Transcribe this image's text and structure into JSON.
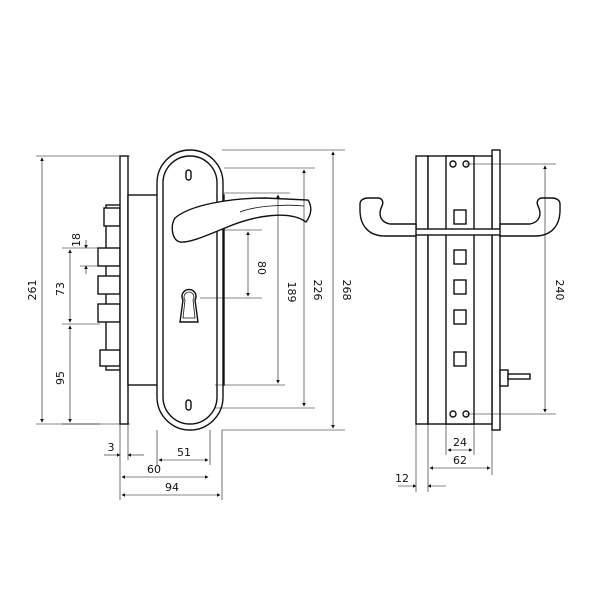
{
  "front_view": {
    "dimensions": {
      "overall_height": "261",
      "bolt_spacing": "73",
      "bolt_width": "18",
      "bottom_offset": "95",
      "handle_to_cylinder": "80",
      "cylinder_to_bottom": "189",
      "plate_mount": "226",
      "plate_height": "268",
      "edge_offset": "3",
      "backset": "60",
      "handle_offset": "51",
      "overall_width": "94"
    }
  },
  "side_view": {
    "dimensions": {
      "screw_spacing": "240",
      "faceplate_width": "24",
      "case_width": "62",
      "edge_thickness": "12"
    }
  }
}
